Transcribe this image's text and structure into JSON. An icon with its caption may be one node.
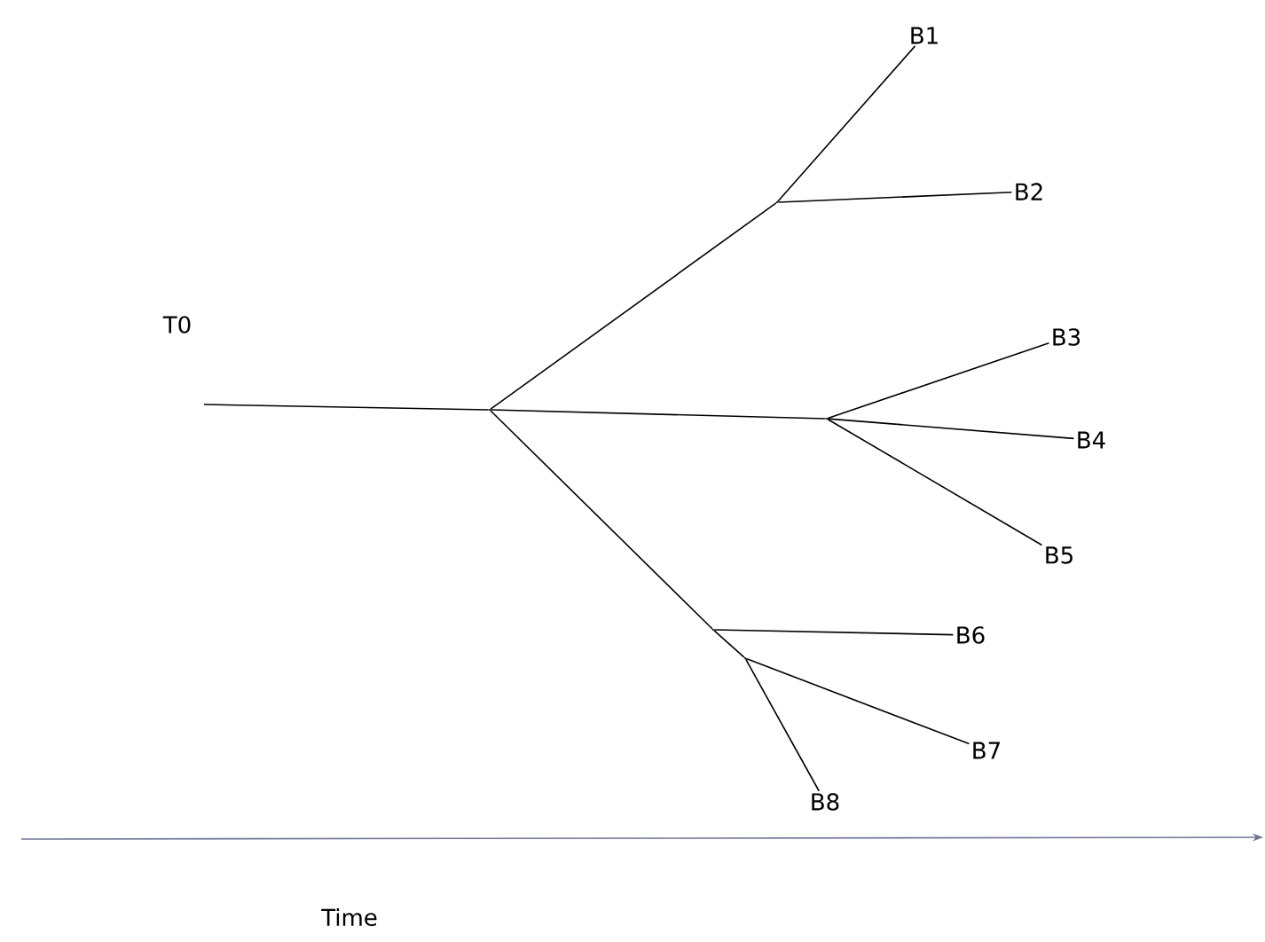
{
  "diagram": {
    "nodes": [
      {
        "text": [
          "B1"
        ]
      },
      {
        "text": [
          "B2"
        ]
      },
      {
        "text": [
          "B3"
        ]
      },
      {
        "text": [
          "B4"
        ]
      },
      {
        "text": [
          "B5"
        ]
      },
      {
        "text": [
          "B6"
        ]
      },
      {
        "text": [
          "B7"
        ]
      },
      {
        "text": [
          "B8"
        ]
      },
      {
        "text": [],
        "shape": "point"
      },
      {
        "text": [],
        "shape": "point"
      },
      {
        "text": [],
        "shape": "point"
      },
      {
        "text": [],
        "shape": "point"
      },
      {
        "text": [],
        "shape": "point"
      }
    ],
    "edges": [
      {
        "from": null,
        "to": 8,
        "arrow": "none"
      },
      {
        "from": 8,
        "to": 9,
        "arrow": "none"
      },
      {
        "from": 9,
        "to": 0,
        "arrow": "none"
      },
      {
        "from": 9,
        "to": 1,
        "arrow": "none"
      },
      {
        "from": 8,
        "to": 10,
        "arrow": "none"
      },
      {
        "from": 10,
        "to": 2,
        "arrow": "none"
      },
      {
        "from": 10,
        "to": 3,
        "arrow": "none"
      },
      {
        "from": 10,
        "to": 4,
        "arrow": "none"
      },
      {
        "from": 8,
        "to": 11,
        "arrow": "none"
      },
      {
        "from": 11,
        "to": 5,
        "arrow": "none"
      },
      {
        "from": 11,
        "to": 12,
        "arrow": "none"
      },
      {
        "from": 12,
        "to": 6,
        "arrow": "none"
      },
      {
        "from": 12,
        "to": 7,
        "arrow": "none"
      }
    ],
    "labels": [
      "T0",
      "Time"
    ]
  }
}
